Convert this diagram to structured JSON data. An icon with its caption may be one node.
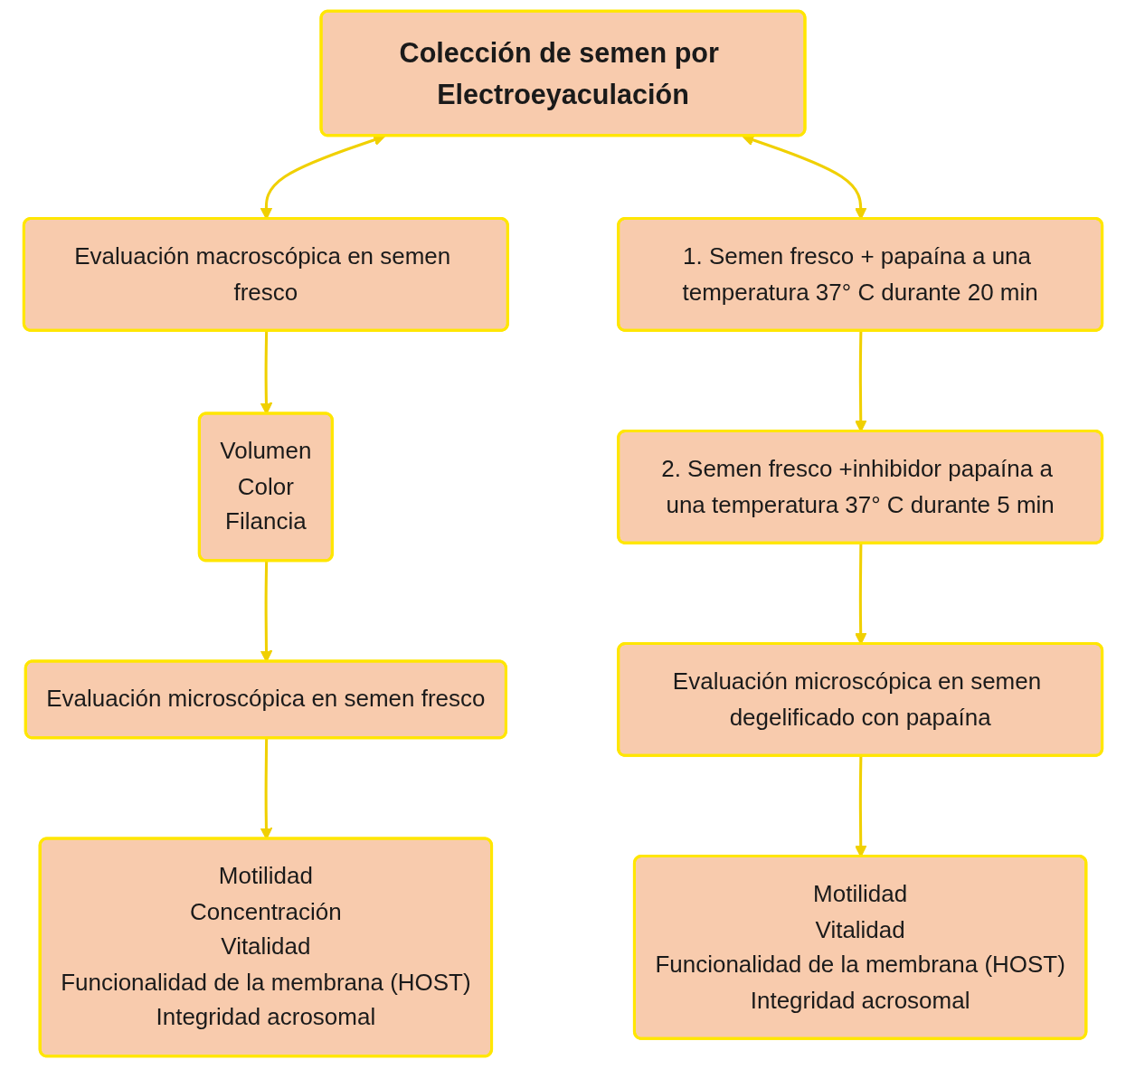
{
  "diagram": {
    "nodes": [
      {
        "text": [
          "Colección de semen por Electroeyaculación"
        ]
      },
      {
        "text": [
          "Evaluación macroscópica en semen fresco"
        ]
      },
      {
        "text": [
          "Volumen",
          "Color",
          "Filancia"
        ]
      },
      {
        "text": [
          "Evaluación microscópica en semen fresco"
        ]
      },
      {
        "text": [
          "Motilidad",
          "Concentración",
          "Vitalidad",
          "Funcionalidad de la membrana (HOST)",
          "Integridad acrosomal"
        ]
      },
      {
        "text": [
          "1. Semen fresco + papaína a una temperatura 37° C durante 20 min"
        ]
      },
      {
        "text": [
          "2. Semen fresco +inhibidor papaína a una temperatura 37° C durante 5 min"
        ]
      },
      {
        "text": [
          "Evaluación microscópica en semen degelificado con papaína"
        ]
      },
      {
        "text": [
          "Motilidad",
          "Vitalidad",
          "Funcionalidad de la membrana (HOST)",
          "Integridad acrosomal"
        ]
      }
    ],
    "edges": [
      {
        "from": 0,
        "to": 1,
        "arrow": "both"
      },
      {
        "from": 0,
        "to": 5,
        "arrow": "both"
      },
      {
        "from": 1,
        "to": 2,
        "arrow": "to"
      },
      {
        "from": 2,
        "to": 3,
        "arrow": "to"
      },
      {
        "from": 3,
        "to": 4,
        "arrow": "to"
      },
      {
        "from": 5,
        "to": 6,
        "arrow": "to"
      },
      {
        "from": 6,
        "to": 7,
        "arrow": "to"
      },
      {
        "from": 7,
        "to": 8,
        "arrow": "to"
      }
    ]
  }
}
